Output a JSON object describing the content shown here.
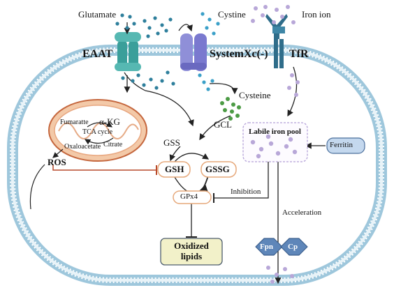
{
  "labels": {
    "glutamate": "Glutamate",
    "cystine": "Cystine",
    "iron_ion": "Iron ion",
    "eaat": "EAAT",
    "systemxc": "SystemXc(-)",
    "tfr": "TfR",
    "cysteine": "Cysteine",
    "gcl": "GCL",
    "gss": "GSS",
    "labile_iron_pool": "Labile iron pool",
    "ferritin": "Ferritin",
    "fumaratte": "Fumaratte",
    "akg": "α-KG",
    "tca_cycle": "TCA cycle",
    "citrate": "Citrate",
    "oxaloacetate": "Oxaloacetate",
    "ros": "ROS",
    "gsh": "GSH",
    "gssg": "GSSG",
    "gpx4": "GPx4",
    "inhibition": "Inhibition",
    "acceleration": "Acceleration",
    "oxidized_lipids": "Oxidized\nlipids",
    "fpn": "Fpn",
    "cp": "Cp"
  },
  "colors": {
    "membrane_blue": "#9ec7dc",
    "teal_transporter": "#3a9f9a",
    "purple_transporter": "#8f8fd8",
    "dark_blue_receptor": "#2f6d8a",
    "glutamate_dot": "#2e7f9c",
    "cysteine_dot": "#4c9b45",
    "iron_dot": "#b8a7d8",
    "mitochondria": "#f3c9a8",
    "inhibition_line": "#b84a2c",
    "oxidized_box": "#f2f1c9",
    "ferritin_box": "#c4d8ee",
    "fpn_cp": "#5e86b9"
  }
}
